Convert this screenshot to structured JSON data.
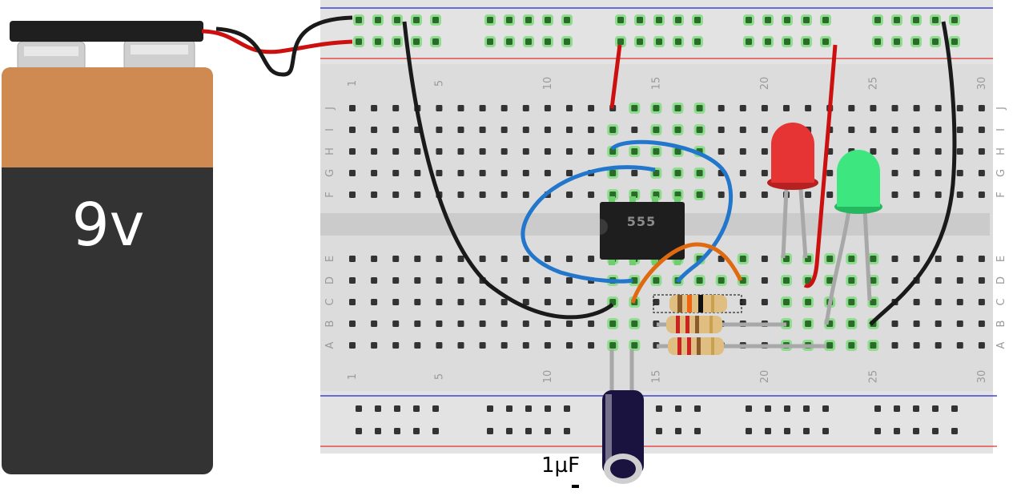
{
  "battery": {
    "label": "9v",
    "color_top": "#cf8a52",
    "color_body": "#333333"
  },
  "ic": {
    "label": "555"
  },
  "capacitor": {
    "label": "1µF"
  },
  "breadboard": {
    "columns_top": [
      "1",
      "5",
      "10",
      "15",
      "20",
      "25",
      "30"
    ],
    "columns_bottom": [
      "1",
      "5",
      "10",
      "15",
      "20",
      "25",
      "30"
    ],
    "rows_top": [
      "J",
      "I",
      "H",
      "G",
      "F"
    ],
    "rows_bottom": [
      "E",
      "D",
      "C",
      "B",
      "A"
    ]
  },
  "components": {
    "led_red": {
      "color": "#e63333"
    },
    "led_green": {
      "color": "#3ee680"
    },
    "wire_colors": {
      "black": "#1a1a1a",
      "red": "#cc1010",
      "blue": "#2277cc",
      "orange": "#e06a10",
      "lead": "#a8a8a8"
    },
    "resistors": [
      "resistor-1",
      "resistor-2",
      "resistor-3"
    ]
  },
  "rail_colors": {
    "positive": "#e03030",
    "negative": "#2222cc"
  }
}
